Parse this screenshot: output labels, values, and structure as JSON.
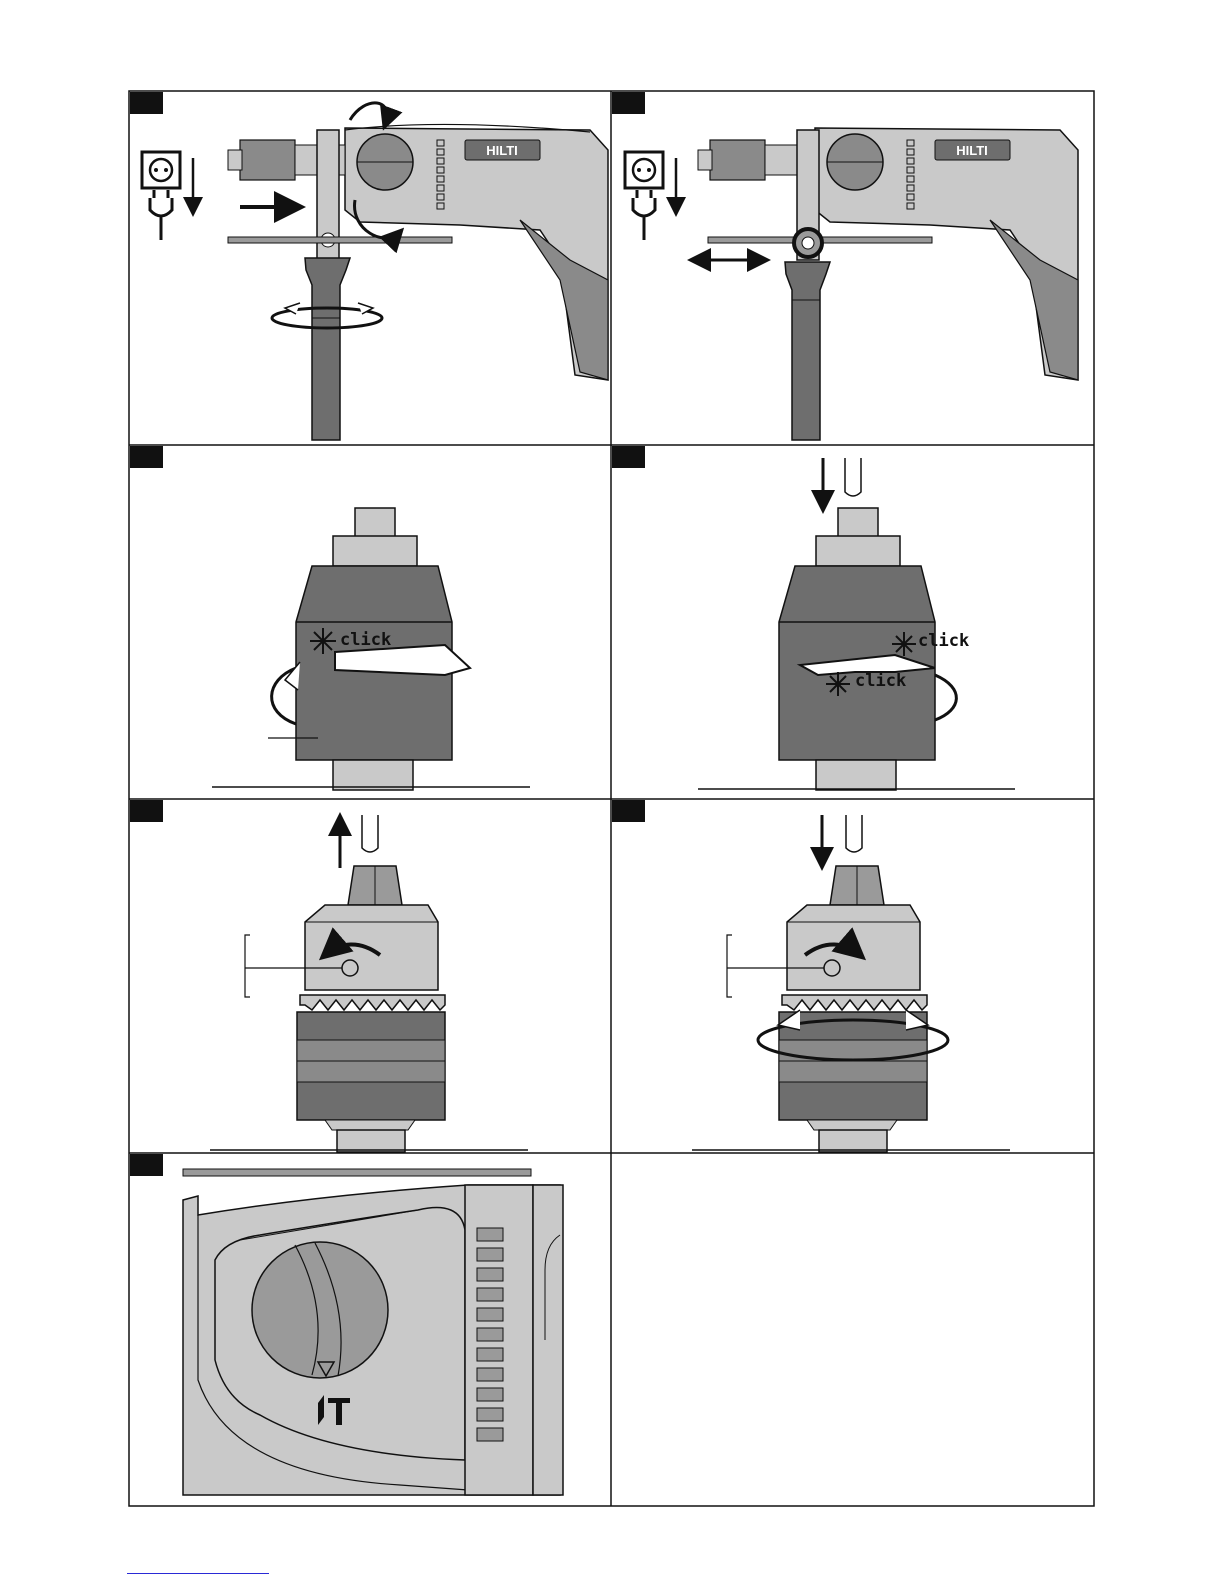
{
  "brand": {
    "name": "HILTI"
  },
  "panels": [
    {
      "id": "fig1",
      "icons": [
        "socket-icon",
        "plug-icon",
        "arrow-right-icon",
        "rotate-arrows-icon"
      ]
    },
    {
      "id": "fig2",
      "icons": [
        "socket-icon",
        "plug-icon",
        "double-arrow-icon",
        "rotate-arrows-icon"
      ]
    },
    {
      "id": "fig3",
      "labels": {
        "click": "click"
      }
    },
    {
      "id": "fig4",
      "labels": {
        "click_top": "click",
        "click_bottom": "click"
      }
    },
    {
      "id": "fig5",
      "icons": [
        "arrow-up-icon",
        "drill-bit-icon"
      ]
    },
    {
      "id": "fig6",
      "icons": [
        "arrow-down-icon",
        "drill-bit-icon"
      ]
    },
    {
      "id": "fig7",
      "icons": [
        "drill-hammer-mode-icon"
      ]
    },
    {
      "id": "fig8",
      "empty": true
    }
  ],
  "colors": {
    "body": "#c9c9c9",
    "dark": "#6e6e6e",
    "mid": "#9a9a9a",
    "line": "#111111"
  }
}
